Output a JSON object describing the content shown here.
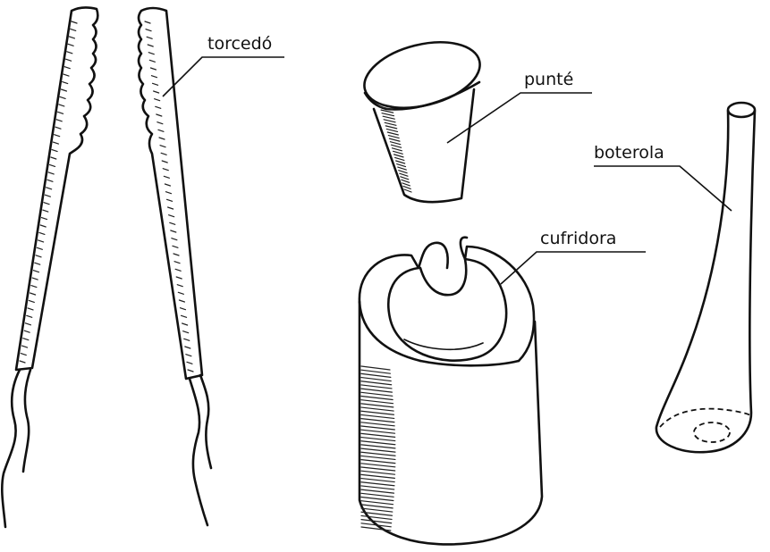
{
  "labels": {
    "torcedo": "torcedó",
    "punte": "punté",
    "cufridora": "cufridora",
    "boterola": "boterola"
  },
  "colors": {
    "ink": "#111111",
    "paper": "#ffffff"
  }
}
